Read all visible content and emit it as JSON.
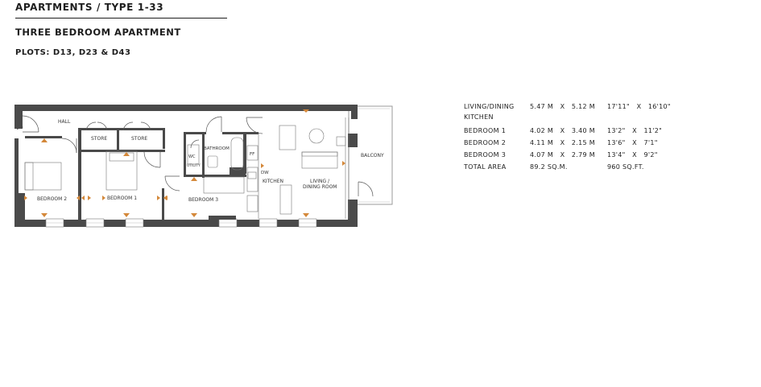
{
  "header": {
    "title": "APARTMENTS / TYPE 1-33",
    "subtitle": "THREE BEDROOM APARTMENT",
    "plots": "PLOTS: D13, D23 & D43"
  },
  "plan_labels": {
    "hall": "HALL",
    "store_1": "STORE",
    "store_2": "STORE",
    "wc": "WC",
    "utility": "UTILITY",
    "bathroom": "BATHROOM",
    "ff": "FF",
    "dw": "DW",
    "kitchen": "KITCHEN",
    "living_1": "LIVING /",
    "living_2": "DINING ROOM",
    "balcony": "BALCONY",
    "bedroom_2": "BEDROOM 2",
    "bedroom_1": "BEDROOM 1",
    "bedroom_3": "BEDROOM 3"
  },
  "rooms": [
    {
      "name": "LIVING/DINING",
      "name_line2": "KITCHEN",
      "metric": "5.47 M   X   5.12 M",
      "imperial": "17'11\"   X   16'10\""
    },
    {
      "name": "BEDROOM 1",
      "metric": "4.02 M   X   3.40 M",
      "imperial": "13'2\"   X   11'2\""
    },
    {
      "name": "BEDROOM 2",
      "metric": "4.11 M   X   2.15 M",
      "imperial": "13'6\"   X   7'1\""
    },
    {
      "name": "BEDROOM 3",
      "metric": "4.07 M   X   2.79 M",
      "imperial": "13'4\"   X   9'2\""
    },
    {
      "name": "TOTAL AREA",
      "metric": "89.2 SQ.M.",
      "imperial": "960 SQ.FT."
    }
  ],
  "colors": {
    "wall": "#4a4a4a",
    "marker": "#d4883a",
    "text": "#1e1e1e",
    "line": "#888888"
  }
}
